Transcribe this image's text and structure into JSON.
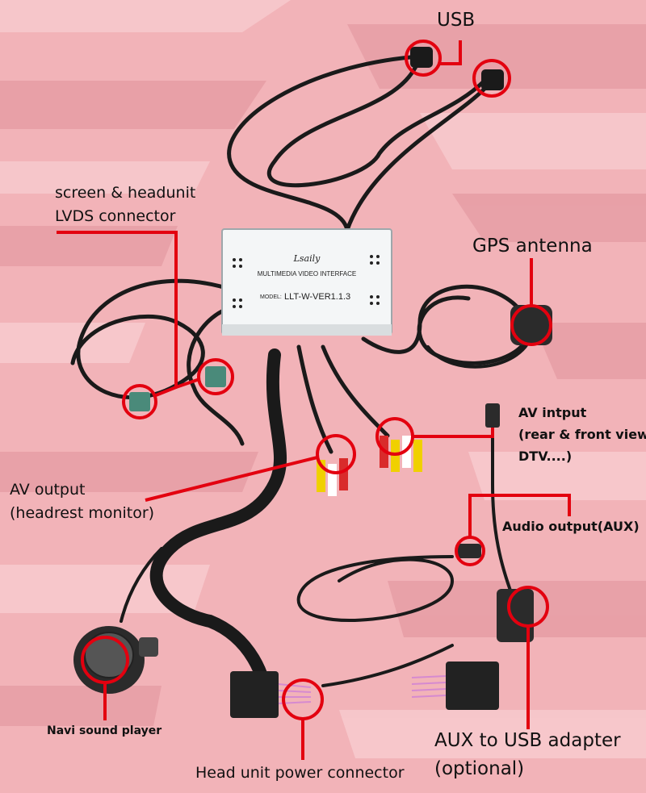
{
  "colors": {
    "background": "#f2b3b8",
    "stripe": "#e79ea6",
    "stripe_light": "#f7c9cd",
    "callout": "#e3000f",
    "cable": "#1a1a1a",
    "module": "#f4f6f7"
  },
  "module": {
    "brand": "Lsaily",
    "title": "MULTIMEDIA VIDEO INTERFACE",
    "model_label": "MODEL:",
    "model": "LLT-W-VER1.1.3"
  },
  "labels": {
    "usb": "USB",
    "lvds_line1": "screen & headunit",
    "lvds_line2": "LVDS connector",
    "gps": "GPS antenna",
    "av_input_line1": "AV intput",
    "av_input_line2": "(rear & front view",
    "av_input_line3": "DTV....)",
    "av_output_line1": "AV output",
    "av_output_line2": "(headrest monitor)",
    "audio_output": "Audio output(AUX)",
    "navi_sound": "Navi sound player",
    "head_unit_power": "Head unit power connector",
    "aux_usb_line1": "AUX to USB adapter",
    "aux_usb_line2": "(optional)"
  }
}
